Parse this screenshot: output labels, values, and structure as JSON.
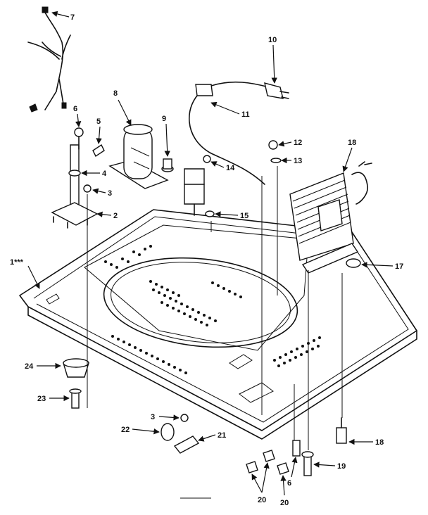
{
  "callouts": {
    "c7": "7",
    "c10": "10",
    "c8": "8",
    "c11": "11",
    "c6": "6",
    "c5": "5",
    "c9": "9",
    "c12": "12",
    "c18a": "18",
    "c13": "13",
    "c14": "14",
    "c4": "4",
    "c3a": "3",
    "c2": "2",
    "c15": "15",
    "c1": "1***",
    "c17": "17",
    "c24": "24",
    "c23": "23",
    "c3b": "3",
    "c22": "22",
    "c21": "21",
    "c18b": "18",
    "c19": "19",
    "c6b": "6",
    "c20a": "20",
    "c20b": "20"
  }
}
